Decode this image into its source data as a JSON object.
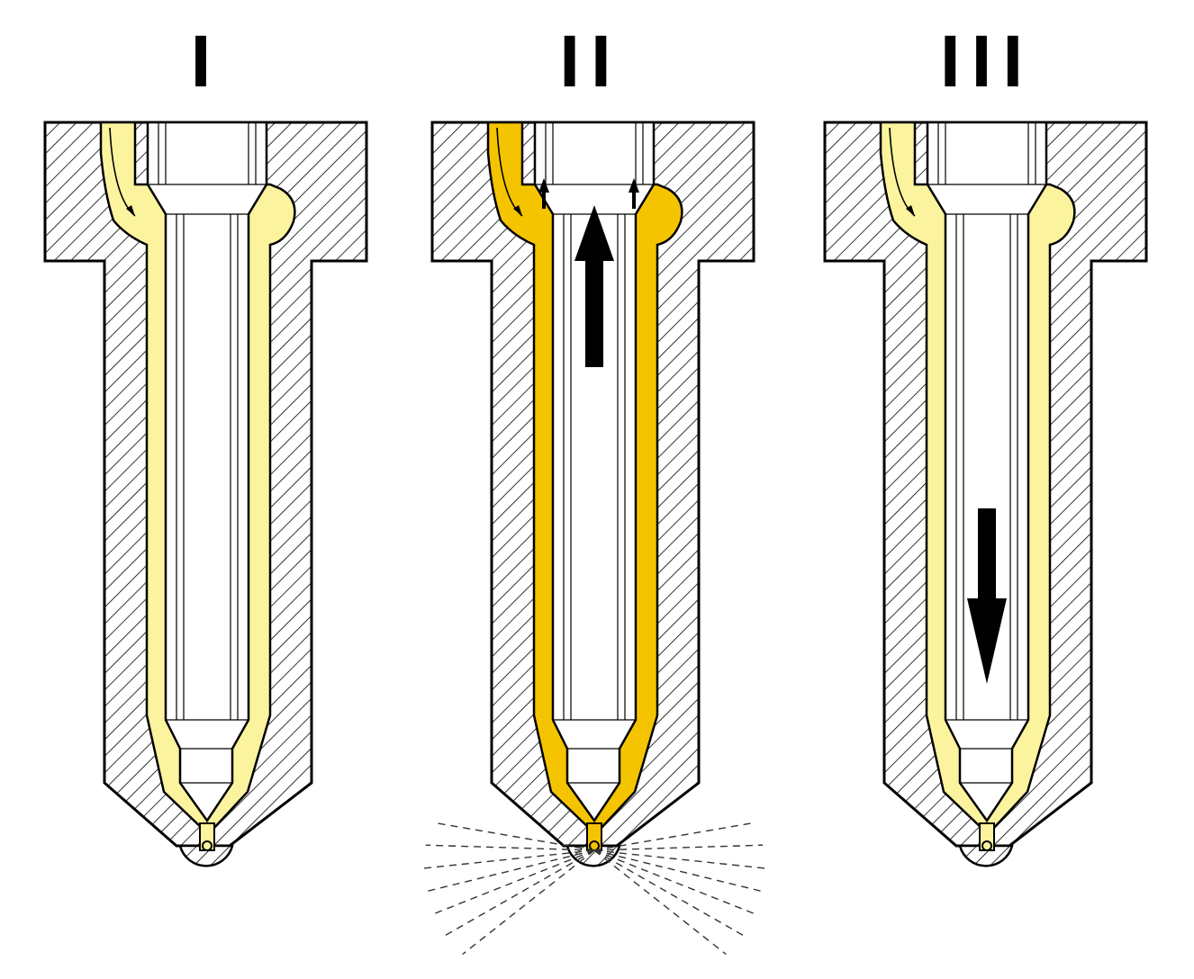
{
  "labels": [
    "I",
    "II",
    "III"
  ],
  "colors": {
    "background": "#ffffff",
    "hatch_stroke": "#000000",
    "fuel_low_pressure": "#fbf39e",
    "fuel_high_pressure": "#f5c400",
    "needle_fill": "#ffffff",
    "arrow_fill": "#000000"
  },
  "panels": [
    {
      "id": "I",
      "needle_state": "closed",
      "fuel": "fuel_low_pressure",
      "needle_arrow": "none",
      "spray": false
    },
    {
      "id": "II",
      "needle_state": "lifted",
      "fuel": "fuel_high_pressure",
      "needle_arrow": "up",
      "spray": true
    },
    {
      "id": "III",
      "needle_state": "closed",
      "fuel": "fuel_low_pressure",
      "needle_arrow": "down",
      "spray": false
    }
  ]
}
